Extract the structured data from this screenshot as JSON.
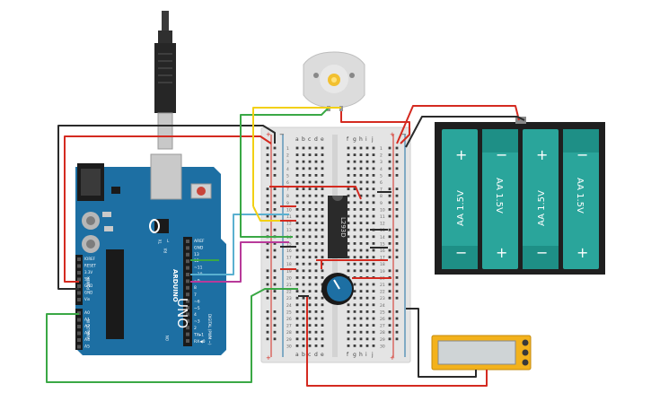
{
  "arduino": {
    "brand": "ARDUINO",
    "model": "UNO",
    "pin_header_labels": [
      "AREF",
      "GND",
      "13",
      "12",
      "~11",
      "~10",
      "~9",
      "8"
    ],
    "pin_header_labels_2": [
      "7",
      "~6",
      "~5",
      "4",
      "~3",
      "2",
      "TX▸1",
      "RX◀0"
    ],
    "power_labels": [
      "IOREF",
      "RESET",
      "3.3V",
      "5V",
      "GND",
      "GND",
      "Vin"
    ],
    "analog_labels": [
      "A0",
      "A1",
      "A2",
      "A3",
      "A4",
      "A5"
    ],
    "section_power": "POWER",
    "section_analog": "ANALOG IN",
    "section_digital": "DIGITAL (PWM ~)",
    "led_labels": [
      "L",
      "TX",
      "RX"
    ],
    "on_label": "ON"
  },
  "breadboard": {
    "cols_left": [
      "a",
      "b",
      "c",
      "d",
      "e"
    ],
    "cols_right": [
      "f",
      "g",
      "h",
      "i",
      "j"
    ],
    "row_numbers": [
      "1",
      "2",
      "3",
      "4",
      "5",
      "6",
      "7",
      "8",
      "9",
      "10",
      "11",
      "12",
      "13",
      "14",
      "15",
      "16",
      "17",
      "18",
      "19",
      "20",
      "21",
      "22",
      "23",
      "24",
      "25",
      "26",
      "27",
      "28",
      "29",
      "30"
    ],
    "plus": "+",
    "minus": "−"
  },
  "chip": {
    "label": "L293D"
  },
  "battery_pack": {
    "cell_label": "AA 1.5V",
    "plus": "+",
    "minus": "−"
  },
  "colors": {
    "red": "#d42a20",
    "black": "#2a2a2a",
    "green": "#3aa845",
    "yellow": "#f2d014",
    "blue": "#5ab0d0",
    "magenta": "#b83a9a",
    "arduino": "#1d6fa3",
    "battery": "#2aa59b",
    "meter": "#f3b21c"
  }
}
